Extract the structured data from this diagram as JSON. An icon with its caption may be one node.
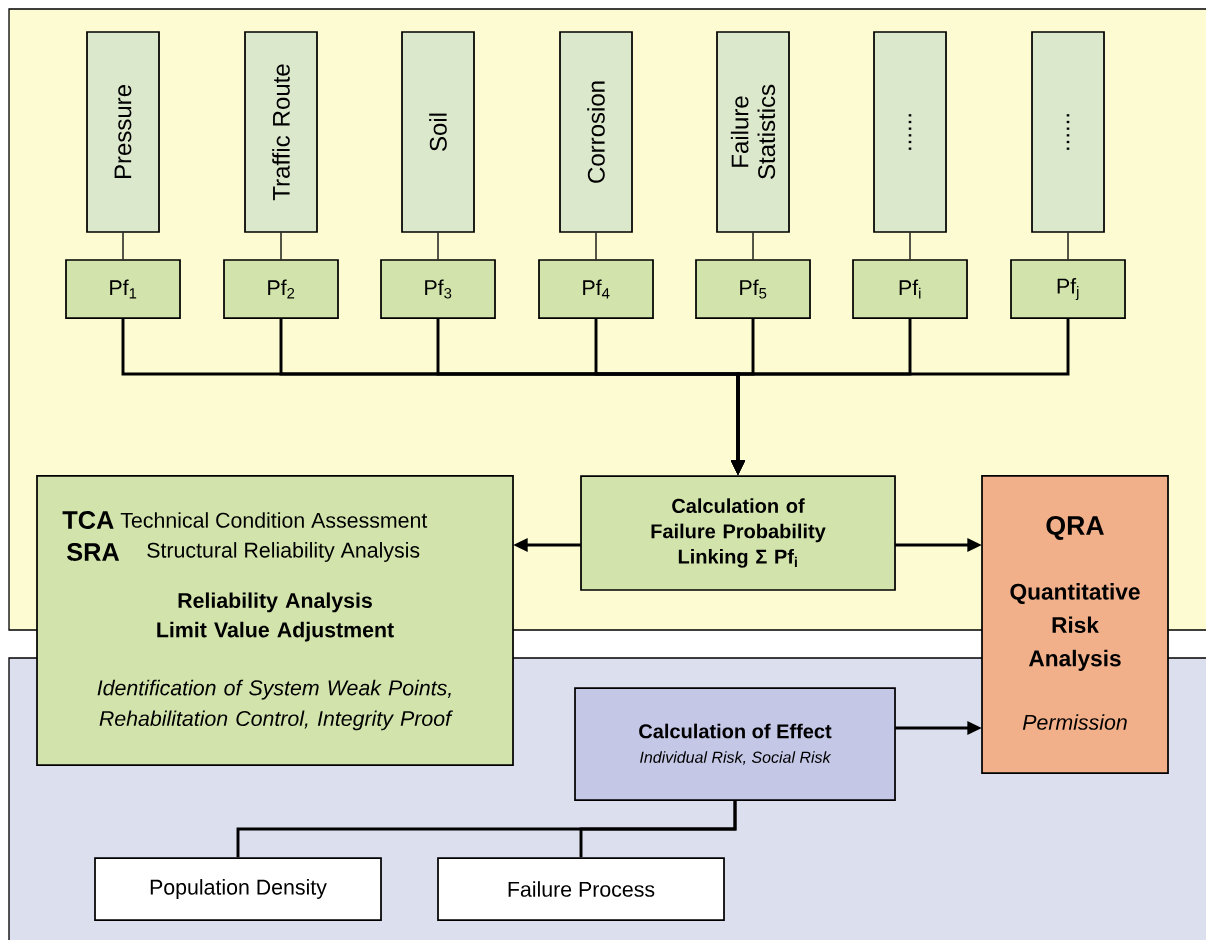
{
  "diagram": {
    "nodes": [
      {
        "text": [
          "Pressure"
        ]
      },
      {
        "text": [
          "Traffic Route"
        ]
      },
      {
        "text": [
          "Soil"
        ]
      },
      {
        "text": [
          "Corrosion"
        ]
      },
      {
        "text": [
          "Failure Statistics"
        ]
      },
      {
        "text": [
          "......"
        ]
      },
      {
        "text": [
          "......"
        ]
      },
      {
        "text": [
          "Pf$_{1}$"
        ]
      },
      {
        "text": [
          "Pf$_{2}$"
        ]
      },
      {
        "text": [
          "Pf$_{3}$"
        ]
      },
      {
        "text": [
          "Pf$_{4}$"
        ]
      },
      {
        "text": [
          "Pf$_{5}$"
        ]
      },
      {
        "text": [
          "Pf$_{i}$"
        ]
      },
      {
        "text": [
          "Pf$_{j}$"
        ]
      },
      {
        "text": [
          "Calculation of Failure Probability Linking Σ Pf$_{i}$"
        ]
      },
      {
        "text": [
          "TCA",
          "Technical Condition Assessment",
          "SRA",
          "Structural Reliability Analysis",
          "Reliability Analysis Limit Value Adjustment",
          "Identification of System Weak Points, Rehabilitation Control, Integrity Proof"
        ]
      },
      {
        "text": [
          "QRA",
          "Quantitative Risk Analysis",
          "Permission"
        ]
      },
      {
        "text": [
          "Calculation of Effect",
          "Individual Risk, Social Risk"
        ]
      },
      {
        "text": [
          "Population Density"
        ]
      },
      {
        "text": [
          "Failure Process"
        ]
      }
    ],
    "edges": [
      {
        "from": 0,
        "to": 7,
        "arrow": "none"
      },
      {
        "from": 1,
        "to": 8,
        "arrow": "none"
      },
      {
        "from": 2,
        "to": 9,
        "arrow": "none"
      },
      {
        "from": 3,
        "to": 10,
        "arrow": "none"
      },
      {
        "from": 4,
        "to": 11,
        "arrow": "none"
      },
      {
        "from": 5,
        "to": 12,
        "arrow": "none"
      },
      {
        "from": 6,
        "to": 13,
        "arrow": "none"
      },
      {
        "from": 7,
        "to": 14,
        "arrow": "to"
      },
      {
        "from": 8,
        "to": 14,
        "arrow": "to"
      },
      {
        "from": 9,
        "to": 14,
        "arrow": "to"
      },
      {
        "from": 10,
        "to": 14,
        "arrow": "to"
      },
      {
        "from": 11,
        "to": 14,
        "arrow": "to"
      },
      {
        "from": 12,
        "to": 14,
        "arrow": "to"
      },
      {
        "from": 13,
        "to": 14,
        "arrow": "to"
      },
      {
        "from": 14,
        "to": 15,
        "arrow": "to"
      },
      {
        "from": 14,
        "to": 16,
        "arrow": "to"
      },
      {
        "from": 17,
        "to": 16,
        "arrow": "to"
      },
      {
        "from": 18,
        "to": 17,
        "arrow": "none"
      },
      {
        "from": 19,
        "to": 17,
        "arrow": "none"
      }
    ]
  }
}
